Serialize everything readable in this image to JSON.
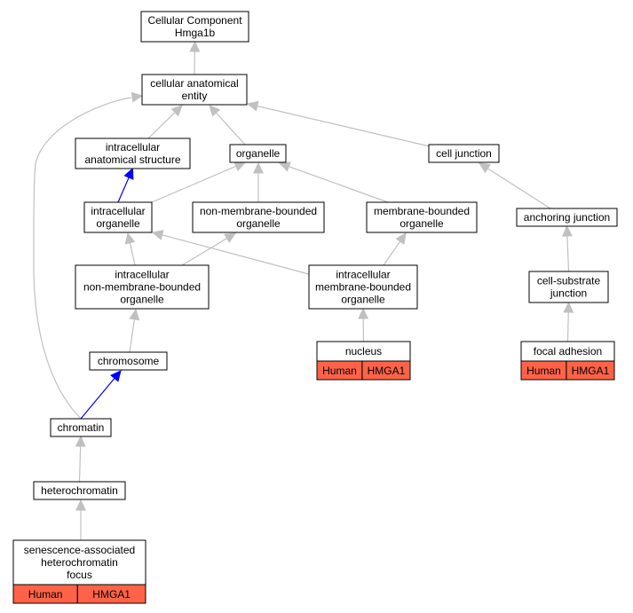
{
  "colors": {
    "edge": "#c0c0c0",
    "edge_highlight": "#0000ff",
    "annotation_fill": "#ff6347",
    "node_fill": "#ffffff",
    "node_stroke": "#000000"
  },
  "nodes": {
    "root": {
      "lines": [
        "Cellular Component",
        "Hmga1b"
      ]
    },
    "cellular_anatomical_entity": {
      "lines": [
        "cellular anatomical",
        "entity"
      ]
    },
    "intracellular_anatomical_structure": {
      "lines": [
        "intracellular",
        "anatomical structure"
      ]
    },
    "organelle": {
      "lines": [
        "organelle"
      ]
    },
    "cell_junction": {
      "lines": [
        "cell junction"
      ]
    },
    "intracellular_organelle": {
      "lines": [
        "intracellular",
        "organelle"
      ]
    },
    "non_membrane_bounded_organelle": {
      "lines": [
        "non-membrane-bounded",
        "organelle"
      ]
    },
    "membrane_bounded_organelle": {
      "lines": [
        "membrane-bounded",
        "organelle"
      ]
    },
    "anchoring_junction": {
      "lines": [
        "anchoring junction"
      ]
    },
    "intracellular_non_membrane_bounded_organelle": {
      "lines": [
        "intracellular",
        "non-membrane-bounded",
        "organelle"
      ]
    },
    "intracellular_membrane_bounded_organelle": {
      "lines": [
        "intracellular",
        "membrane-bounded",
        "organelle"
      ]
    },
    "cell_substrate_junction": {
      "lines": [
        "cell-substrate",
        "junction"
      ]
    },
    "nucleus": {
      "lines": [
        "nucleus"
      ],
      "annotation": [
        "Human",
        "HMGA1"
      ]
    },
    "focal_adhesion": {
      "lines": [
        "focal adhesion"
      ],
      "annotation": [
        "Human",
        "HMGA1"
      ]
    },
    "chromosome": {
      "lines": [
        "chromosome"
      ]
    },
    "chromatin": {
      "lines": [
        "chromatin"
      ]
    },
    "heterochromatin": {
      "lines": [
        "heterochromatin"
      ]
    },
    "senescence_associated_heterochromatin_focus": {
      "lines": [
        "senescence-associated",
        "heterochromatin",
        "focus"
      ],
      "annotation": [
        "Human",
        "HMGA1"
      ]
    }
  },
  "edges": [
    {
      "from": "cellular_anatomical_entity",
      "to": "root"
    },
    {
      "from": "intracellular_anatomical_structure",
      "to": "cellular_anatomical_entity"
    },
    {
      "from": "organelle",
      "to": "cellular_anatomical_entity"
    },
    {
      "from": "cell_junction",
      "to": "cellular_anatomical_entity"
    },
    {
      "from": "chromatin",
      "to": "cellular_anatomical_entity"
    },
    {
      "from": "intracellular_organelle",
      "to": "intracellular_anatomical_structure",
      "highlight": true
    },
    {
      "from": "intracellular_organelle",
      "to": "organelle"
    },
    {
      "from": "non_membrane_bounded_organelle",
      "to": "organelle"
    },
    {
      "from": "membrane_bounded_organelle",
      "to": "organelle"
    },
    {
      "from": "anchoring_junction",
      "to": "cell_junction"
    },
    {
      "from": "intracellular_non_membrane_bounded_organelle",
      "to": "intracellular_organelle"
    },
    {
      "from": "intracellular_non_membrane_bounded_organelle",
      "to": "non_membrane_bounded_organelle"
    },
    {
      "from": "intracellular_membrane_bounded_organelle",
      "to": "intracellular_organelle"
    },
    {
      "from": "intracellular_membrane_bounded_organelle",
      "to": "membrane_bounded_organelle"
    },
    {
      "from": "cell_substrate_junction",
      "to": "anchoring_junction"
    },
    {
      "from": "nucleus",
      "to": "intracellular_membrane_bounded_organelle"
    },
    {
      "from": "focal_adhesion",
      "to": "cell_substrate_junction"
    },
    {
      "from": "chromosome",
      "to": "intracellular_non_membrane_bounded_organelle"
    },
    {
      "from": "chromatin",
      "to": "chromosome",
      "highlight": true
    },
    {
      "from": "heterochromatin",
      "to": "chromatin"
    },
    {
      "from": "senescence_associated_heterochromatin_focus",
      "to": "heterochromatin"
    }
  ]
}
